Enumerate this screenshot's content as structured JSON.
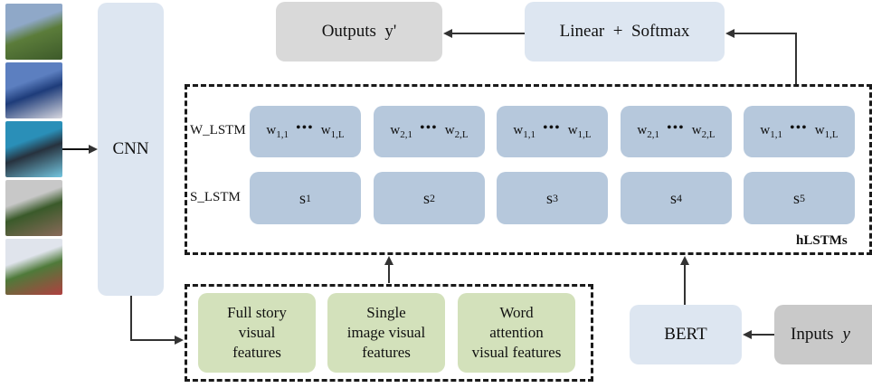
{
  "photos": [
    {
      "name": "photo-person-lawn",
      "colors": [
        "#5b7c3a",
        "#8fa8c8",
        "#3d5a2a"
      ]
    },
    {
      "name": "photo-crowd-sky",
      "colors": [
        "#1e3c7a",
        "#5c7fc0",
        "#d8d8e0"
      ]
    },
    {
      "name": "photo-pool-people",
      "colors": [
        "#27323e",
        "#2a8fb8",
        "#73c6e0"
      ]
    },
    {
      "name": "photo-group-party",
      "colors": [
        "#3a5a2a",
        "#c8c8c8",
        "#8a6a5a"
      ]
    },
    {
      "name": "photo-garden-party",
      "colors": [
        "#4f7a3a",
        "#e0e4ec",
        "#b04040"
      ]
    }
  ],
  "cnn": {
    "label": "CNN"
  },
  "outputs": {
    "label": "Outputs  y'"
  },
  "linear": {
    "label": "Linear  +  Softmax"
  },
  "hlstm": {
    "title": "hLSTMs",
    "w_label": "W_LSTM",
    "s_label": "S_LSTM",
    "w_cells": [
      {
        "a": "w",
        "a_sub": "1,1",
        "dots": "•••",
        "b": "w",
        "b_sub": "1,L"
      },
      {
        "a": "w",
        "a_sub": "2,1",
        "dots": "•••",
        "b": "w",
        "b_sub": "2,L"
      },
      {
        "a": "w",
        "a_sub": "1,1",
        "dots": "•••",
        "b": "w",
        "b_sub": "1,L"
      },
      {
        "a": "w",
        "a_sub": "2,1",
        "dots": "•••",
        "b": "w",
        "b_sub": "2,L"
      },
      {
        "a": "w",
        "a_sub": "1,1",
        "dots": "•••",
        "b": "w",
        "b_sub": "1,L"
      }
    ],
    "s_cells": [
      {
        "s": "s",
        "sub": "1"
      },
      {
        "s": "s",
        "sub": "2"
      },
      {
        "s": "s",
        "sub": "3"
      },
      {
        "s": "s",
        "sub": "4"
      },
      {
        "s": "s",
        "sub": "5"
      }
    ]
  },
  "features": [
    {
      "lines": [
        "Full story",
        "visual",
        "features"
      ]
    },
    {
      "lines": [
        "Single",
        "image visual",
        "features"
      ]
    },
    {
      "lines": [
        "Word",
        "attention",
        "visual features"
      ]
    }
  ],
  "bert": {
    "label": "BERT"
  },
  "inputs": {
    "label": "Inputs",
    "var": "y"
  },
  "colors": {
    "lstm_box": "#b6c8dc",
    "linear_box": "#dde6f1",
    "feature_box": "#d3e1bb",
    "outputs_box": "#d9d9d9",
    "inputs_box": "#c9c9c9"
  }
}
